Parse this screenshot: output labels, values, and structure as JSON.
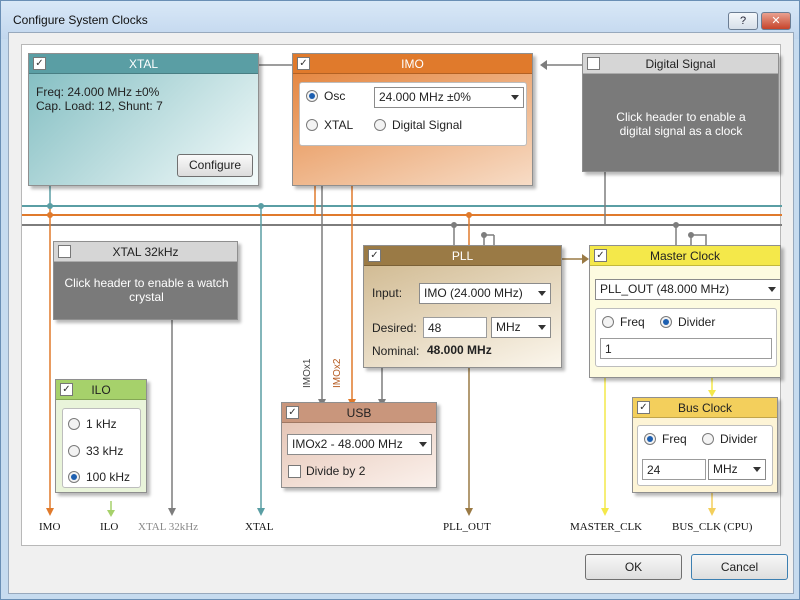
{
  "window": {
    "title": "Configure System Clocks",
    "help_label": "?",
    "close_label": "✕"
  },
  "xtal": {
    "header": "XTAL",
    "freq_text": "Freq: 24.000 MHz ±0%",
    "load_text": "Cap. Load: 12, Shunt: 7",
    "configure_label": "Configure",
    "checked": true
  },
  "imo": {
    "header": "IMO",
    "radio_osc": "Osc",
    "radio_xtal": "XTAL",
    "radio_digital": "Digital Signal",
    "freq_select": "24.000 MHz  ±0%",
    "selected": "Osc",
    "checked": true
  },
  "digital_signal": {
    "header": "Digital Signal",
    "message": "Click header to enable a digital signal as a clock",
    "checked": false
  },
  "xtal32k": {
    "header": "XTAL 32kHz",
    "message": "Click header to enable a watch crystal",
    "checked": false
  },
  "ilo": {
    "header": "ILO",
    "options": [
      "1 kHz",
      "33 kHz",
      "100 kHz"
    ],
    "selected": "100 kHz",
    "checked": true
  },
  "pll": {
    "header": "PLL",
    "input_label": "Input:",
    "input_value": "IMO (24.000 MHz)",
    "desired_label": "Desired:",
    "desired_value": "48",
    "desired_unit": "MHz",
    "nominal_label": "Nominal:",
    "nominal_value": "48.000 MHz",
    "checked": true
  },
  "master_clock": {
    "header": "Master Clock",
    "source": "PLL_OUT (48.000 MHz)",
    "radio_freq": "Freq",
    "radio_divider": "Divider",
    "selected": "Divider",
    "divider_value": "1",
    "checked": true
  },
  "usb": {
    "header": "USB",
    "source": "IMOx2 - 48.000 MHz",
    "divide_label": "Divide by 2",
    "divide_checked": false,
    "checked": true
  },
  "bus_clock": {
    "header": "Bus Clock",
    "radio_freq": "Freq",
    "radio_divider": "Divider",
    "selected": "Freq",
    "freq_value": "24",
    "freq_unit": "MHz",
    "checked": true
  },
  "wire_labels": {
    "imox1": "IMOx1",
    "imox2": "IMOx2"
  },
  "outputs": {
    "imo": "IMO",
    "ilo": "ILO",
    "xtal32k": "XTAL 32kHz",
    "xtal": "XTAL",
    "pll_out": "PLL_OUT",
    "master_clk": "MASTER_CLK",
    "bus_clk": "BUS_CLK (CPU)"
  },
  "footer": {
    "ok_label": "OK",
    "cancel_label": "Cancel"
  },
  "colors": {
    "xtal": "#5a9ea4",
    "imo": "#e07a2c",
    "gray": "#7d7d7d",
    "pll": "#9a7a45",
    "master": "#f4e84a",
    "usb": "#c9967c",
    "bus": "#f3cf5c",
    "ilo": "#a6d16b"
  }
}
